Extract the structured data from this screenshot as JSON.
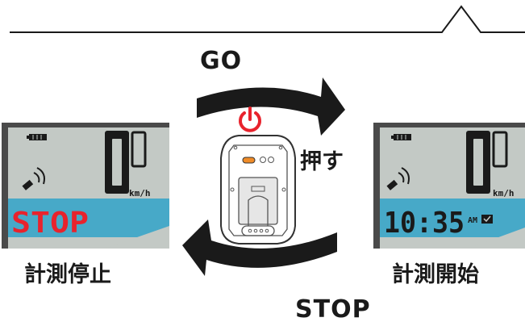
{
  "go_label": "GO",
  "stop_label": "STOP",
  "press_label": "押す",
  "left_display": {
    "speed": "0",
    "unit": "km/h",
    "status": "STOP",
    "caption": "計測停止"
  },
  "right_display": {
    "speed": "0",
    "unit": "km/h",
    "time": "10:35",
    "ampm": "AM",
    "caption": "計測開始"
  },
  "colors": {
    "lcd_bg": "#c3c9c5",
    "lcd_band": "#47a9c8",
    "stop_text": "#e8232d",
    "power_icon": "#e8232d",
    "arrow": "#1a1a1a",
    "button": "#f08c28"
  }
}
